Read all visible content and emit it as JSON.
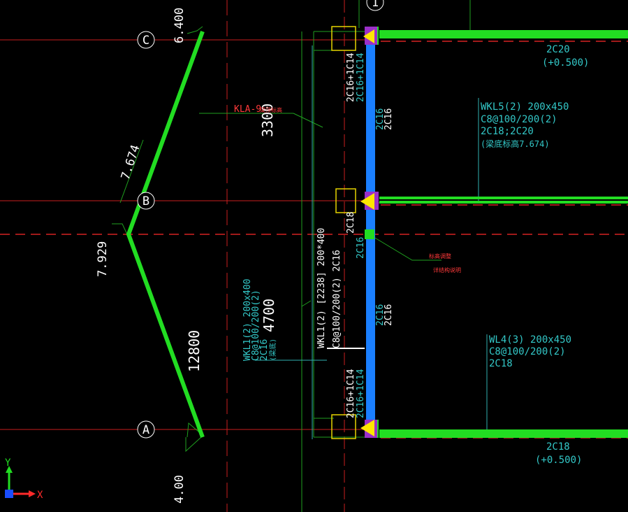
{
  "axes": {
    "grid_c": "C",
    "grid_b": "B",
    "grid_a": "A",
    "grid_1": "1"
  },
  "dimensions": {
    "d3300": "3300",
    "d4700": "4700",
    "d12800": "12800"
  },
  "elevations": {
    "top": "6.400",
    "mid_upper": "7.674",
    "mid_lower": "7.929",
    "bottom": "4.00"
  },
  "beams": {
    "top_right": {
      "bottom_rebar": "2C20",
      "offset": "(+0.500)"
    },
    "wkl5": {
      "line1": "WKL5(2) 200x450",
      "line2": "C8@100/200(2)",
      "line3": "2C18;2C20",
      "line4": "(梁底标高7.674)"
    },
    "wl4": {
      "line1": "WL4(3) 200x450",
      "line2": "C8@100/200(2)",
      "line3": "2C18"
    },
    "bottom_right": {
      "bottom_rebar": "2C18",
      "offset": "(+0.500)"
    },
    "wkl1_main": {
      "line1": "WKL1(2) [2238] 200*400",
      "line2": "C8@100/200(2) 2C16"
    },
    "wkl1_ghost": {
      "line1": "WKL1(2) 200x400",
      "line2": "C8@100/200(2)",
      "line3": "2C16",
      "line4": "(梁底)"
    },
    "rebar_top1": "2C16+1C14",
    "rebar_top1_cyan": "2C16+1C14",
    "rebar_right1": "2C16",
    "rebar_mid": "2C18",
    "rebar_mid_cyan": "2C16",
    "rebar_right2": "2C16",
    "rebar_bot1": "2C16+1C14",
    "rebar_bot1_cyan": "2C16+1C14"
  },
  "notes": {
    "kla9": "KLA-9",
    "kla9_sub": "梁顶标高",
    "red_note1": "标高调整",
    "red_note2": "详结构说明"
  },
  "ucs": {
    "x": "X",
    "y": "Y"
  },
  "colors": {
    "background": "#000000",
    "beam_green": "#22dd22",
    "column_blue": "#1a7fff",
    "grid_red": "#ff2a2a",
    "annotation_cyan": "#33c8c8",
    "column_yellow": "#e6d400"
  }
}
